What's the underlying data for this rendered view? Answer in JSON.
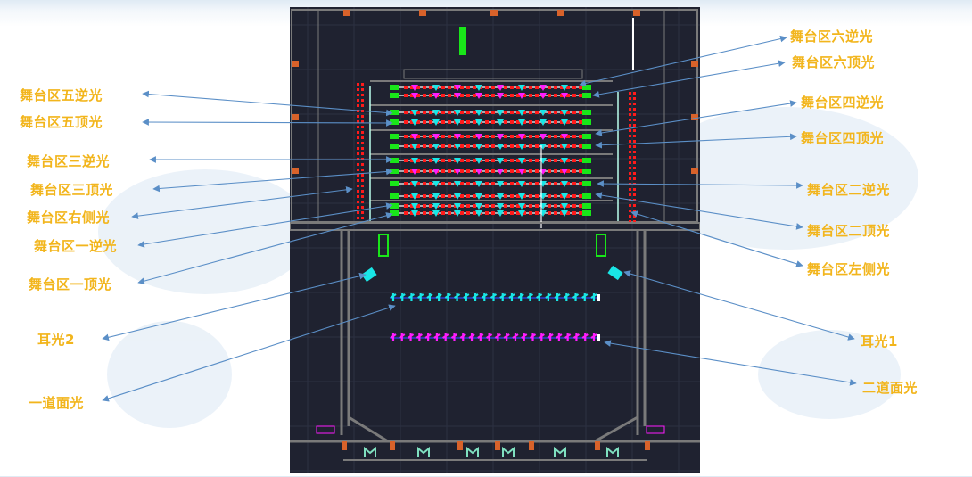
{
  "colors": {
    "label": "#f2b51c",
    "arrow": "#5b8fc7",
    "cad_bg": "#1f2230",
    "magenta": "#ff1cff",
    "cyan": "#19e6e6",
    "red": "#ff1a1a",
    "green": "#19e619"
  },
  "labels_left": [
    {
      "text": "舞台区五逆光"
    },
    {
      "text": "舞台区五顶光"
    },
    {
      "text": "舞台区三逆光"
    },
    {
      "text": "舞台区三顶光"
    },
    {
      "text": "舞台区右侧光"
    },
    {
      "text": "舞台区一逆光"
    },
    {
      "text": "舞台区一顶光"
    },
    {
      "text": "耳光2"
    },
    {
      "text": "一道面光"
    }
  ],
  "labels_right": [
    {
      "text": "舞台区六逆光"
    },
    {
      "text": "舞台区六顶光"
    },
    {
      "text": "舞台区四逆光"
    },
    {
      "text": "舞台区四顶光"
    },
    {
      "text": "舞台区二逆光"
    },
    {
      "text": "舞台区二顶光"
    },
    {
      "text": "舞台区左侧光"
    },
    {
      "text": "耳光1"
    },
    {
      "text": "二道面光"
    }
  ]
}
